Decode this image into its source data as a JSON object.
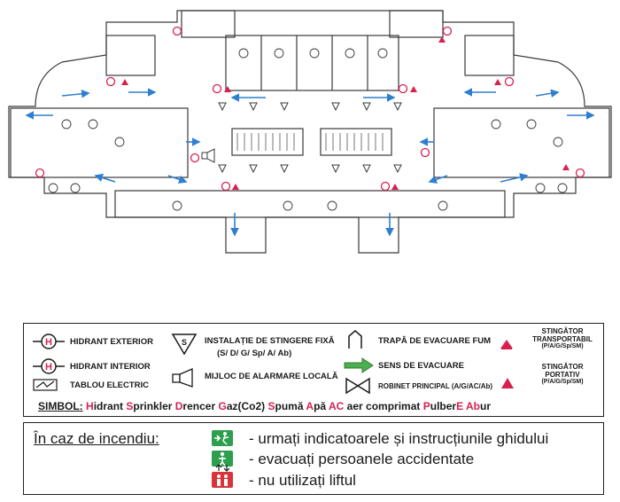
{
  "legend": {
    "hidrant_exterior": "HIDRANT EXTERIOR",
    "hidrant_interior": "HIDRANT INTERIOR",
    "tablou_electric": "TABLOU ELECTRIC",
    "instalatie": "INSTALAȚIE DE STINGERE FIXĂ",
    "instalatie_sub": "(S/ D/ G/ Sp/ A/ Ab)",
    "mijloc_alarmare": "MIJLOC DE ALARMARE LOCALĂ",
    "trapa": "TRAPĂ DE EVACUARE FUM",
    "sens": "SENS DE EVACUARE",
    "robinet": "ROBINET PRINCIPAL (A/G/AC/Ab)",
    "stingator_transportabil": [
      "STINGĂTOR",
      "TRANSPORTABIL",
      "(P/A/G/Sp/SM)"
    ],
    "stingator_portativ": [
      "STINGĂTOR",
      "PORTATIV",
      "(P/A/G/Sp/SM)"
    ],
    "hydrant_letter": "H"
  },
  "simbol": {
    "label": "SIMBOL:",
    "items": [
      {
        "initial": "H",
        "rest": "idrant"
      },
      {
        "initial": "S",
        "rest": "prinkler"
      },
      {
        "initial": "D",
        "rest": "rencer"
      },
      {
        "initial": "G",
        "rest": "az(Co2)"
      },
      {
        "initial": "S",
        "rest": "pumă"
      },
      {
        "initial": "A",
        "rest": "pă"
      },
      {
        "initial": "AC",
        "rest": " aer comprimat"
      },
      {
        "initial": "P",
        "rest": "ulber"
      },
      {
        "initial": "E",
        "rest": ""
      },
      {
        "initial": "Ab",
        "rest": "ur"
      }
    ]
  },
  "fire": {
    "title": "În caz de incendiu:",
    "lines": [
      "- urmați indicatoarele și instrucțiunile ghidului",
      "- evacuați persoanele accidentate",
      "- nu utilizați liftul"
    ]
  },
  "colors": {
    "arrow": "#2f7fd0",
    "red": "#d6214f",
    "green": "#2e9e4f",
    "line": "#3a3a3a"
  }
}
